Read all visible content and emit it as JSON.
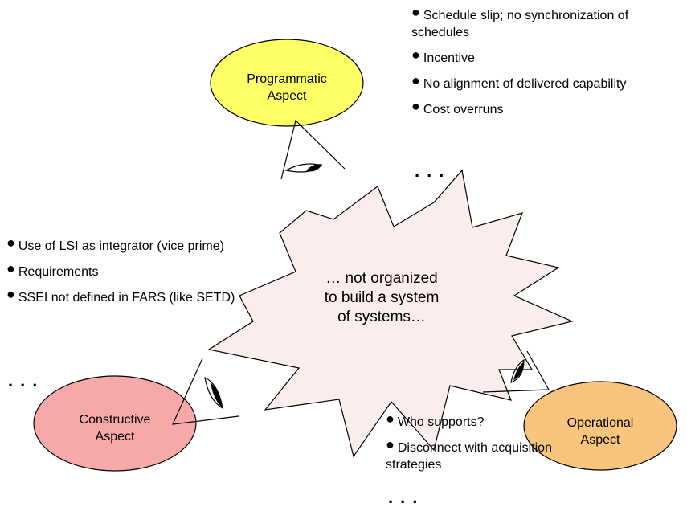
{
  "aspects": {
    "programmatic": {
      "label_line1": "Programmatic",
      "label_line2": "Aspect",
      "fill": "#FFFF66"
    },
    "constructive": {
      "label_line1": "Constructive",
      "label_line2": "Aspect",
      "fill": "#F7A8A8"
    },
    "operational": {
      "label_line1": "Operational",
      "label_line2": "Aspect",
      "fill": "#F9C47C"
    }
  },
  "burst": {
    "line1": "… not organized",
    "line2": "to build a system",
    "line3": "of systems…",
    "fill": "#FCEDED"
  },
  "programmatic_issues": [
    "Schedule slip; no synchronization of schedules",
    "Incentive",
    "No alignment of delivered capability",
    "Cost overruns"
  ],
  "constructive_issues": [
    "Use of LSI as integrator (vice prime)",
    "Requirements",
    "SSEI not defined in FARS (like SETD)"
  ],
  "operational_issues": [
    "Who supports?",
    "Disconnect with acquisition strategies"
  ],
  "ellipsis": "..."
}
